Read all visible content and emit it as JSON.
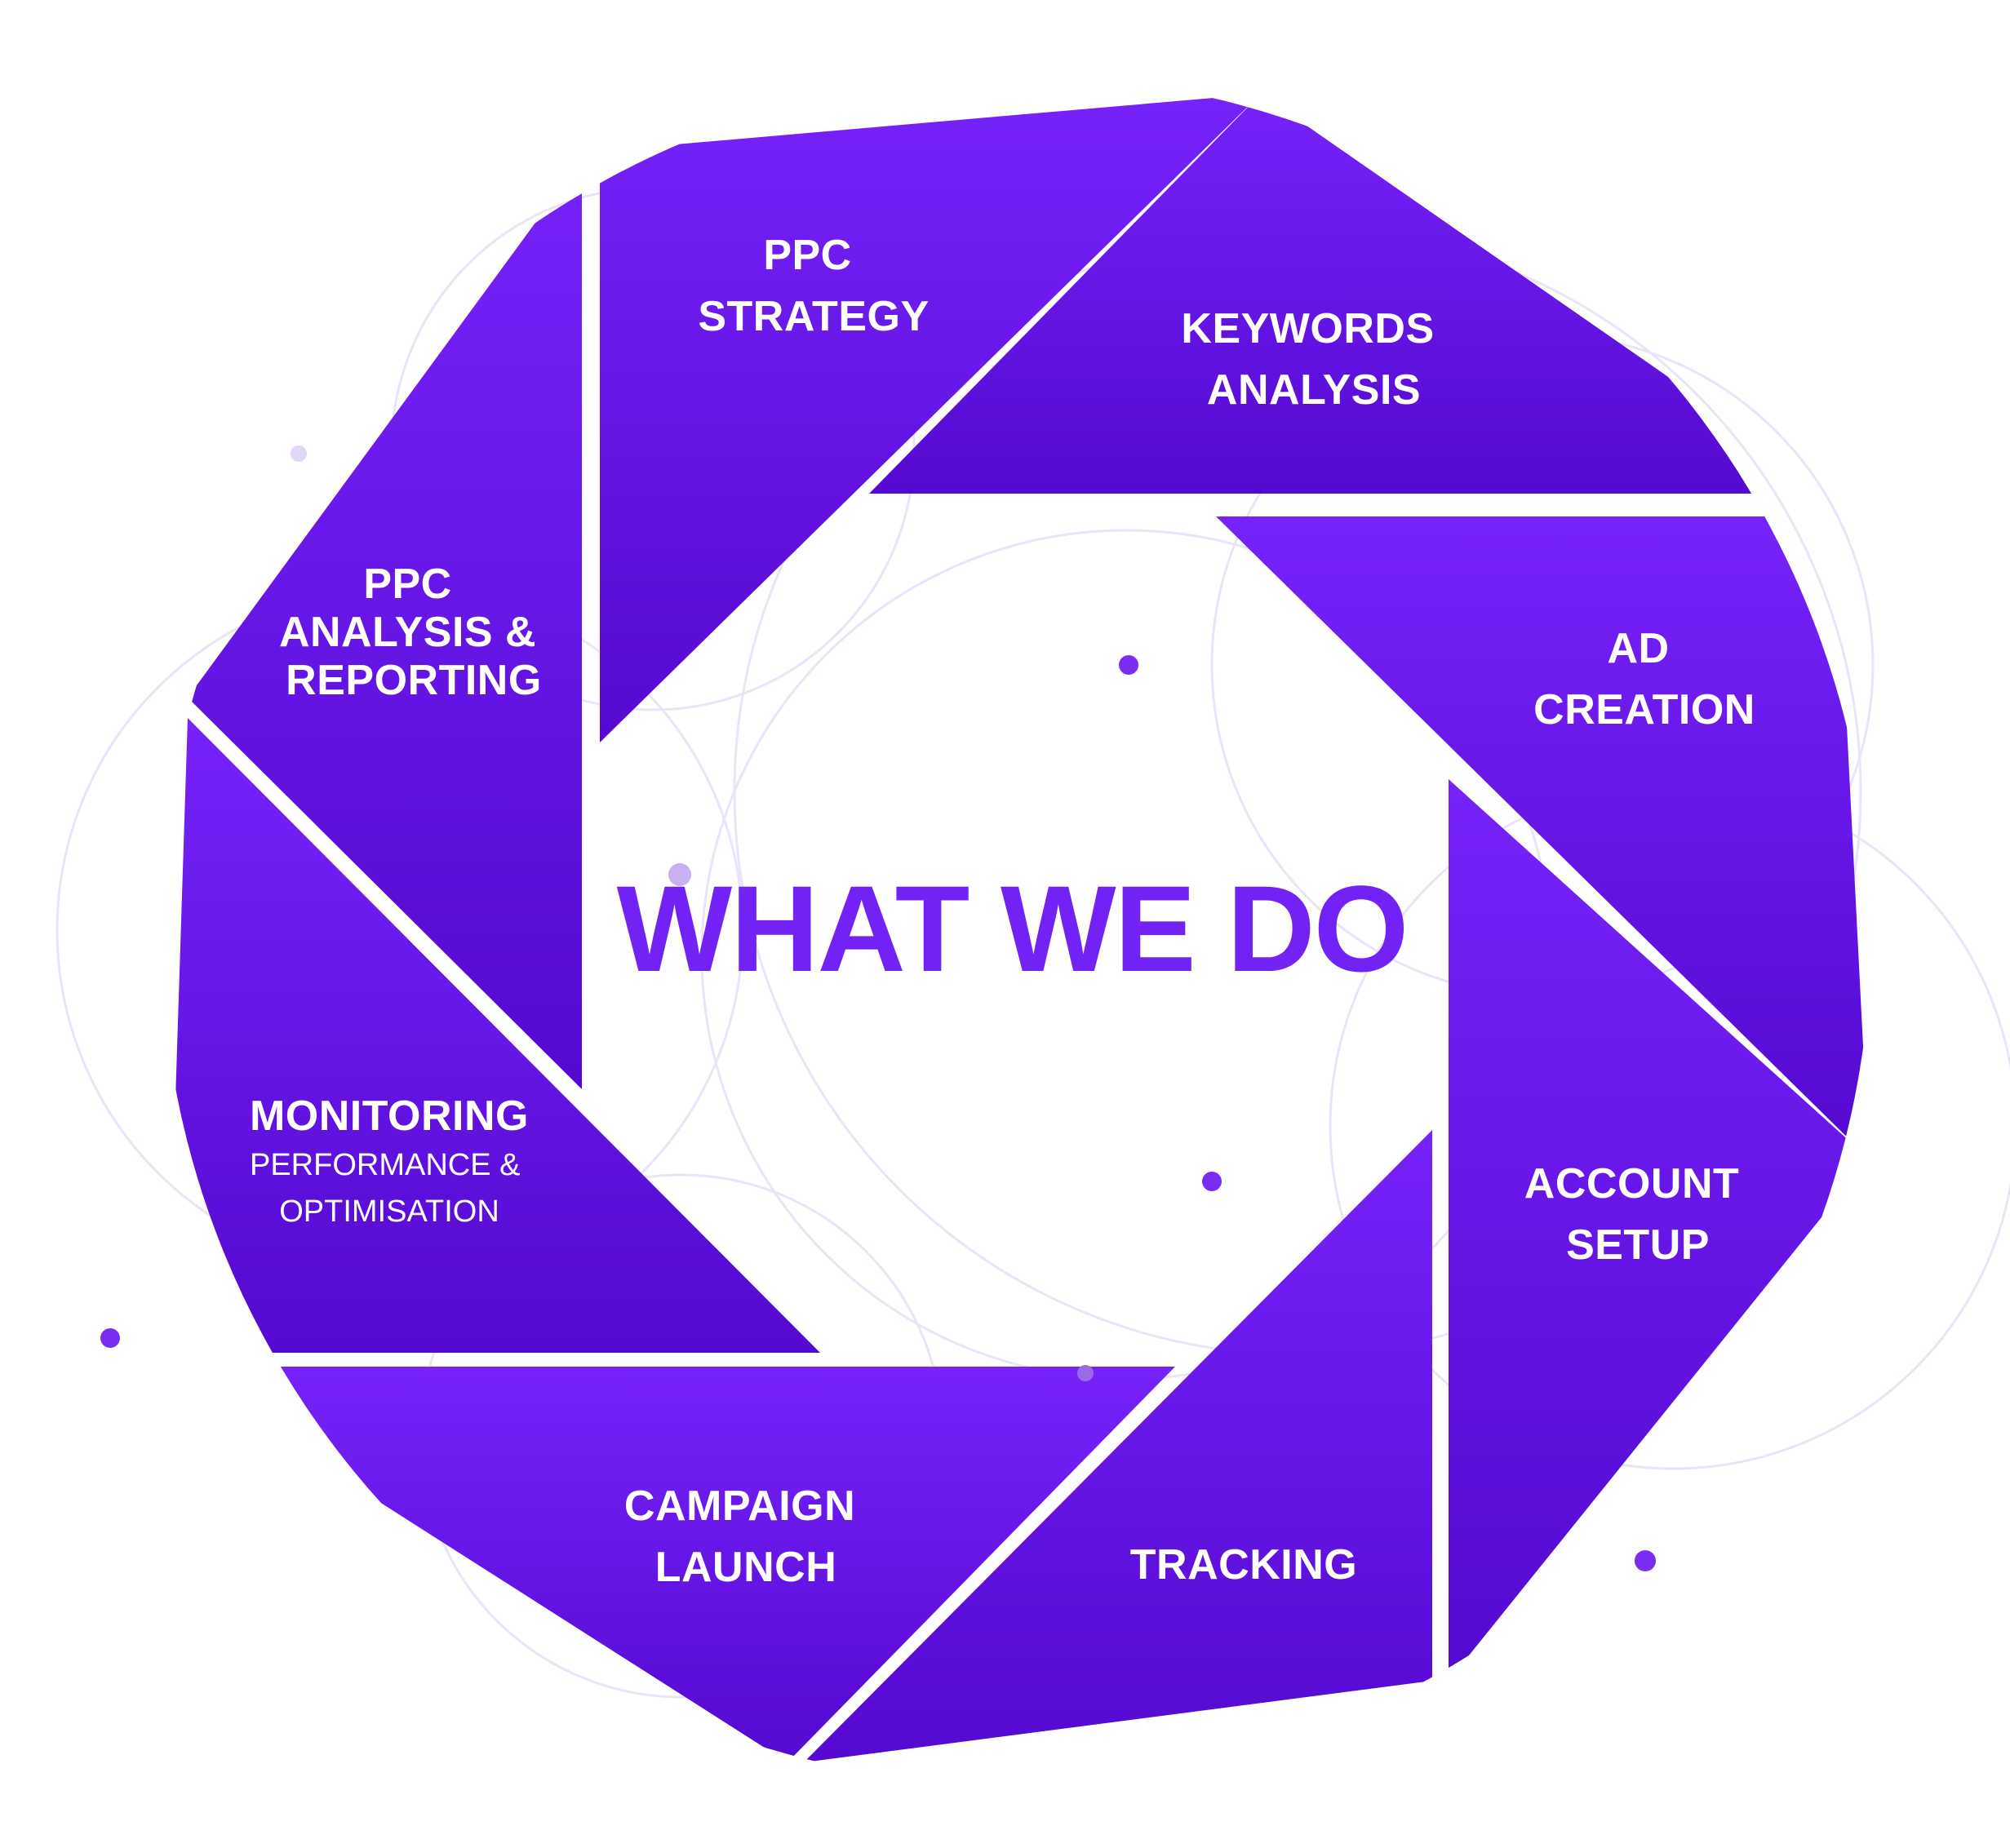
{
  "title": "WHAT WE DO",
  "colors": {
    "segment_top": "#7622FA",
    "segment_bottom": "#5509D0",
    "title": "#7322F5",
    "dot": "#7A2CF0",
    "bg_circle": "#E9E4F7"
  },
  "segments": [
    {
      "id": "ppc-strategy",
      "lines": [
        "PPC",
        "STRATEGY"
      ],
      "sub": []
    },
    {
      "id": "keywords-analysis",
      "lines": [
        "KEYWORDS",
        "ANALYSIS"
      ],
      "sub": []
    },
    {
      "id": "ad-creation",
      "lines": [
        "AD",
        "CREATION"
      ],
      "sub": []
    },
    {
      "id": "account-setup",
      "lines": [
        "ACCOUNT",
        "SETUP"
      ],
      "sub": []
    },
    {
      "id": "tracking",
      "lines": [
        "TRACKING"
      ],
      "sub": []
    },
    {
      "id": "campaign-launch",
      "lines": [
        "CAMPAIGN",
        "LAUNCH"
      ],
      "sub": []
    },
    {
      "id": "monitoring",
      "lines": [
        "MONITORING"
      ],
      "sub": [
        "PERFORMANCE &",
        "OPTIMISATION"
      ]
    },
    {
      "id": "ppc-analysis-reporting",
      "lines": [
        "PPC",
        "ANALYSIS &",
        "REPORTING"
      ],
      "sub": []
    }
  ]
}
